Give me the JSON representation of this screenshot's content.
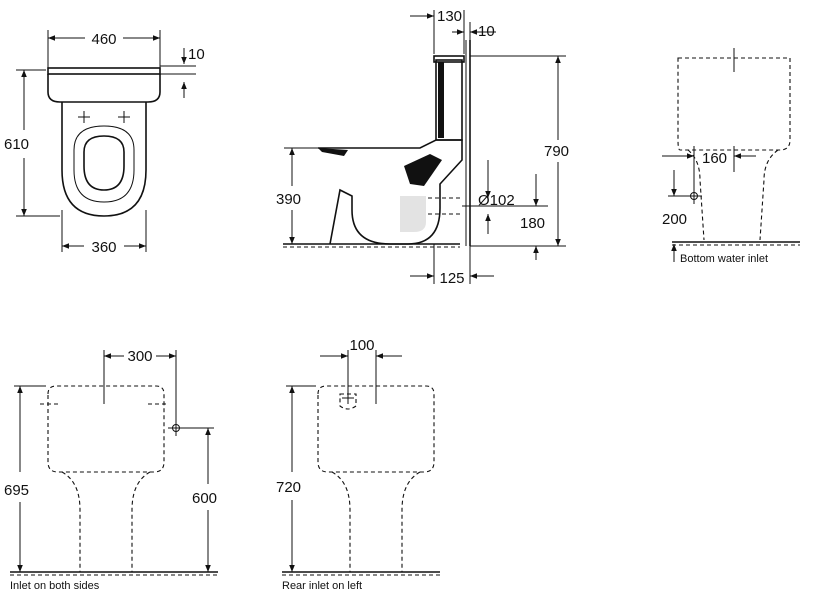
{
  "dimensions": {
    "top_width": "460",
    "top_lid_gap": "10",
    "top_depth": "610",
    "top_base_width": "360",
    "side_top_offset": "130",
    "side_top_gap": "10",
    "side_seat_height": "390",
    "side_total_height": "790",
    "side_outlet_diameter": "Ø102",
    "side_outlet_height": "180",
    "side_outlet_offset": "125",
    "front_inlet_width": "160",
    "front_inlet_height": "200",
    "both_sides_offset": "300",
    "both_sides_total": "695",
    "both_sides_inlet_height": "600",
    "rear_left_offset": "100",
    "rear_left_total": "720"
  },
  "captions": {
    "bottom_inlet": "Bottom water inlet",
    "both_sides": "Inlet on both sides",
    "rear_left": "Rear inlet on left"
  }
}
